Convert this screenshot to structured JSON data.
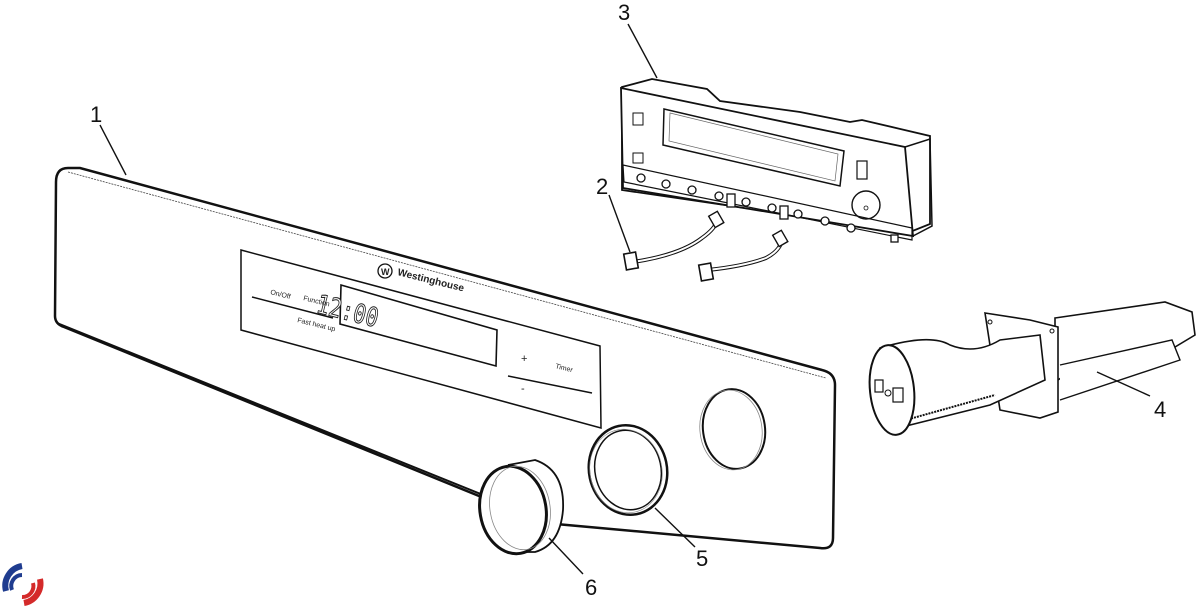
{
  "diagram": {
    "type": "exploded-parts-diagram",
    "subject": "Oven control panel assembly",
    "callouts": [
      {
        "id": "1",
        "label": "1",
        "part": "control-panel-fascia"
      },
      {
        "id": "2",
        "label": "2",
        "part": "wiring-harness"
      },
      {
        "id": "3",
        "label": "3",
        "part": "electronic-control-module"
      },
      {
        "id": "4",
        "label": "4",
        "part": "knob-shaft-assembly"
      },
      {
        "id": "5",
        "label": "5",
        "part": "knob-ring"
      },
      {
        "id": "6",
        "label": "6",
        "part": "control-knob"
      }
    ],
    "panel": {
      "brand": "Westinghouse",
      "display_time": "12:00",
      "labels": {
        "on_off": "On/Off",
        "function": "Function",
        "fast_heat_up": "Fast heat up",
        "plus": "+",
        "minus": "-",
        "timer": "Timer"
      }
    },
    "colors": {
      "line": "#111111",
      "background": "#ffffff",
      "logo_blue": "#1f3c8f",
      "logo_red": "#d42a2a"
    }
  }
}
